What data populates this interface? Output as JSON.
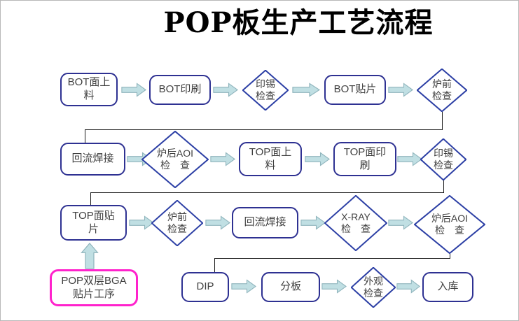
{
  "title": "POP板生产工艺流程",
  "colors": {
    "title": "#000000",
    "process_border": "#2e3192",
    "decision_border": "#2c3fa5",
    "special_border": "#ff22cc",
    "arrow_fill": "#c0dfe3",
    "arrow_stroke": "#8fb4bc",
    "text": "#3f3f3f",
    "connector": "#1a1a1a",
    "frame": "#b8b8b8",
    "background": "#ffffff"
  },
  "nodes": {
    "r1n1": {
      "line1": "BOT面上",
      "line2": "料"
    },
    "r1n2": {
      "line1": "BOT印刷"
    },
    "r1n3": {
      "line1": "印锡",
      "line2": "检查"
    },
    "r1n4": {
      "line1": "BOT贴片"
    },
    "r1n5": {
      "line1": "炉前",
      "line2": "检查"
    },
    "r2n1": {
      "line1": "回流焊接"
    },
    "r2n2": {
      "line1": "炉后AOI",
      "line2": "检　查"
    },
    "r2n3": {
      "line1": "TOP面上",
      "line2": "料"
    },
    "r2n4": {
      "line1": "TOP面印",
      "line2": "刷"
    },
    "r2n5": {
      "line1": "印锡",
      "line2": "检查"
    },
    "r3n1": {
      "line1": "TOP面贴",
      "line2": "片"
    },
    "r3n2": {
      "line1": "炉前",
      "line2": "检查"
    },
    "r3n3": {
      "line1": "回流焊接"
    },
    "r3n4": {
      "line1": "X-RAY",
      "line2": "检　查"
    },
    "r3n5": {
      "line1": "炉后AOI",
      "line2": "检　查"
    },
    "r4n1": {
      "line1": "DIP"
    },
    "r4n2": {
      "line1": "分板"
    },
    "r4n3": {
      "line1": "外观",
      "line2": "检查"
    },
    "r4n4": {
      "line1": "入库"
    },
    "special": {
      "line1": "POP双层BGA",
      "line2": "贴片工序"
    }
  }
}
